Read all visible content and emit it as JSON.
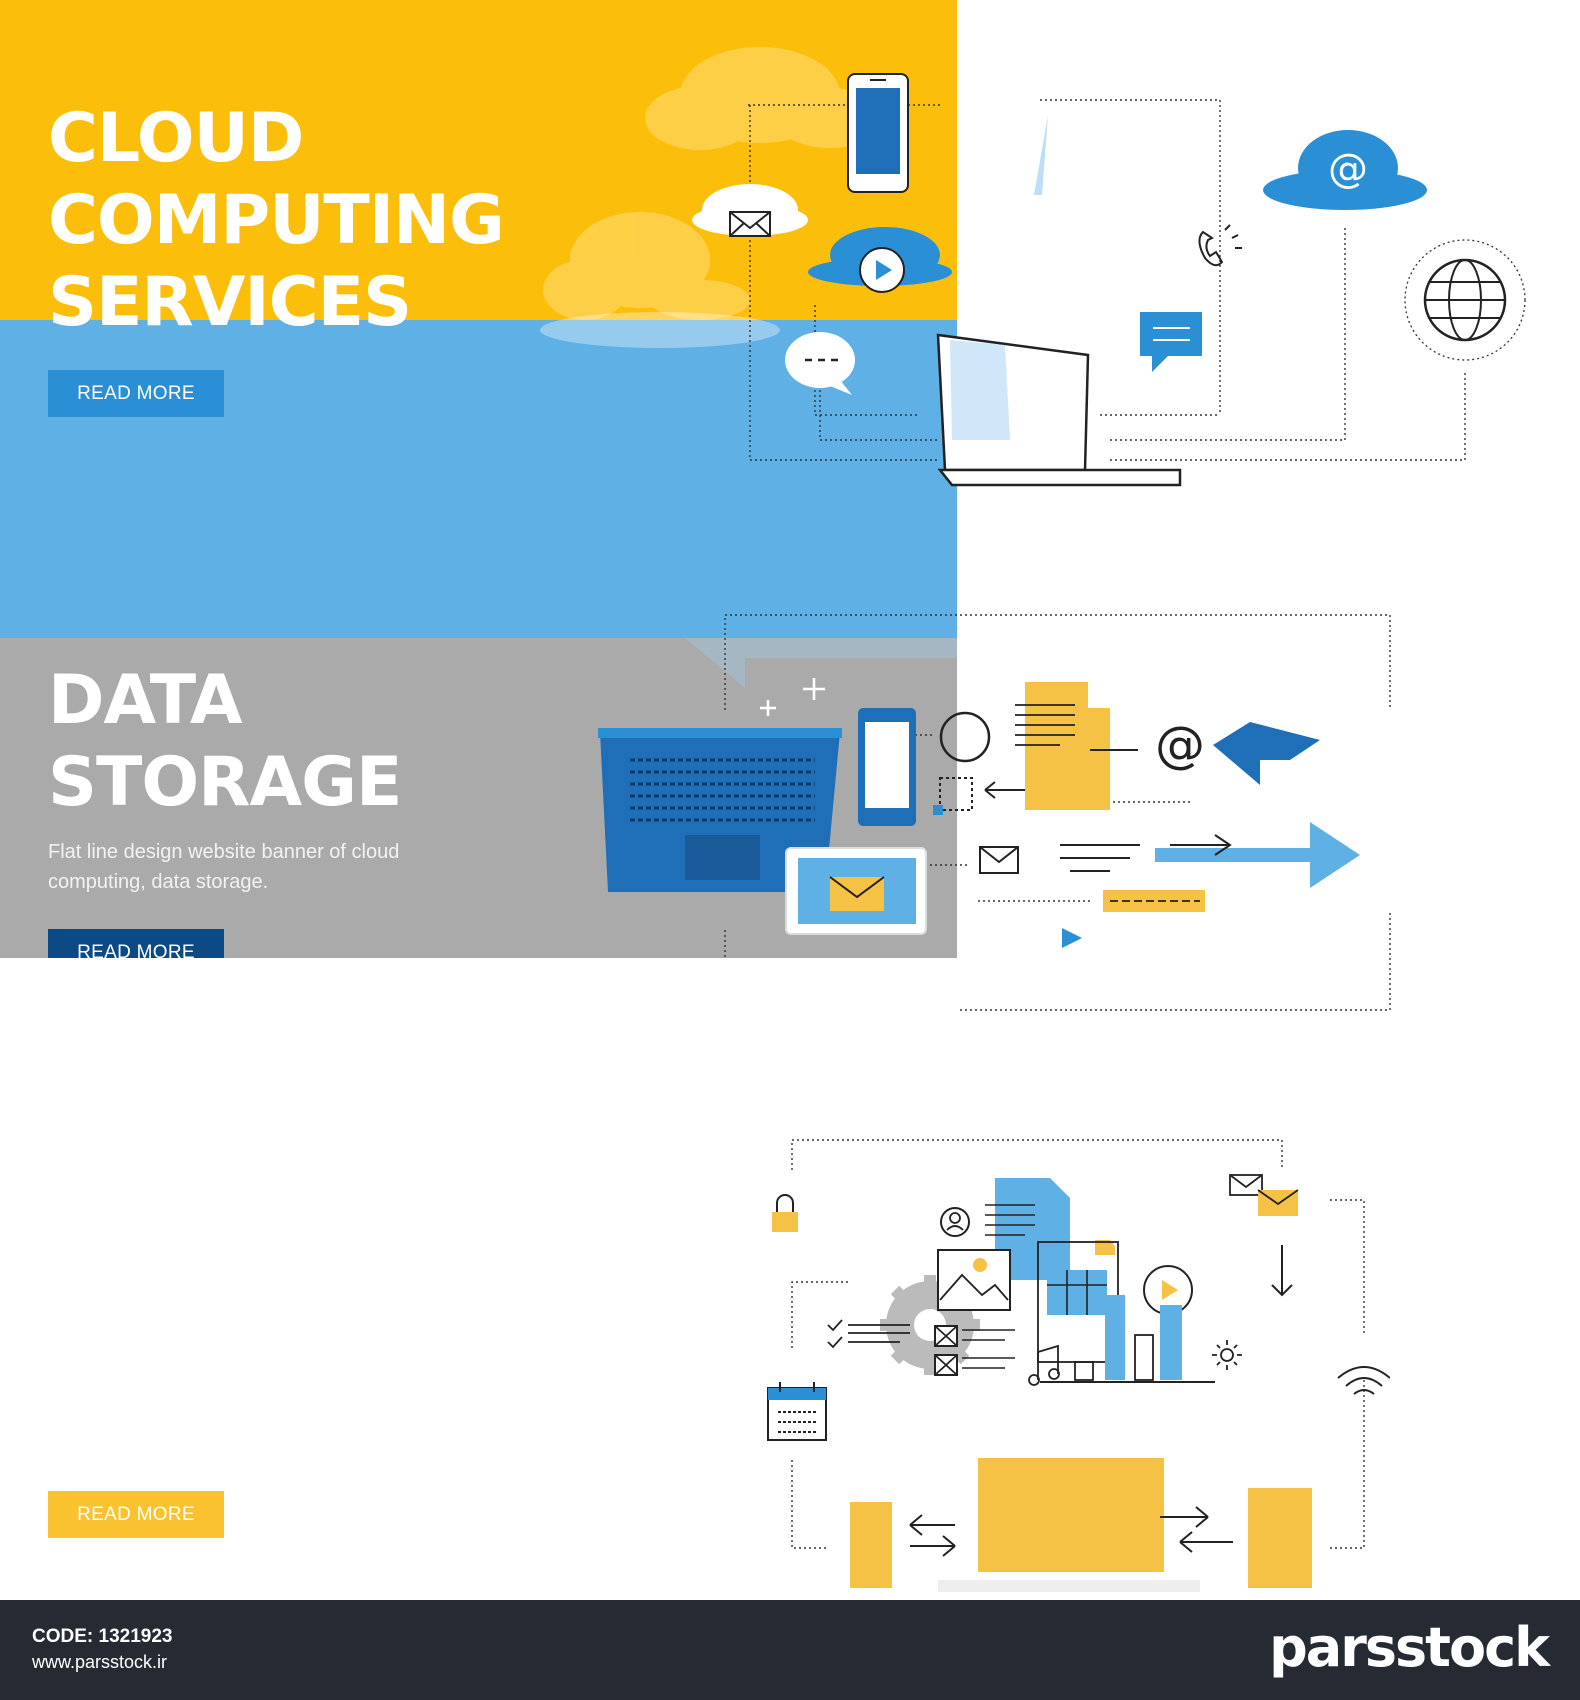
{
  "banners": [
    {
      "title_lines": [
        "CLOUD",
        "COMPUTING",
        "SERVICES"
      ],
      "button_label": "READ MORE",
      "colors": {
        "top": "#fbbf0b",
        "bottom": "#5eb0e5",
        "button": "#2b8fd6"
      }
    },
    {
      "title_lines": [
        "DATA",
        "STORAGE"
      ],
      "description_lines": [
        "Flat line design website banner of cloud",
        "computing, data storage."
      ],
      "button_label": "READ MORE",
      "colors": {
        "background": "#aaaaaa",
        "button": "#0c4a85"
      }
    },
    {
      "button_label": "READ MORE",
      "colors": {
        "background": "#ffffff",
        "button": "#f9c22e"
      }
    }
  ],
  "icons": [
    "smartphone-icon",
    "mail-icon",
    "play-icon",
    "chat-bubble-icon",
    "laptop-icon",
    "phone-icon",
    "at-sign-icon",
    "globe-icon",
    "message-icon",
    "plus-icon",
    "arrow-icon",
    "tablet-icon",
    "lock-icon",
    "user-icon",
    "document-icon",
    "image-icon",
    "gear-icon",
    "calendar-icon",
    "music-icon",
    "wifi-icon",
    "sun-icon",
    "bar-chart-icon"
  ],
  "illustration_colors": {
    "blue": "#2b8fd6",
    "dark_blue": "#1f6fb8",
    "yellow": "#f6c245",
    "line": "#333333"
  },
  "footer": {
    "code": "CODE: 1321923",
    "url": "www.parsstock.ir",
    "brand": "parsstock"
  }
}
